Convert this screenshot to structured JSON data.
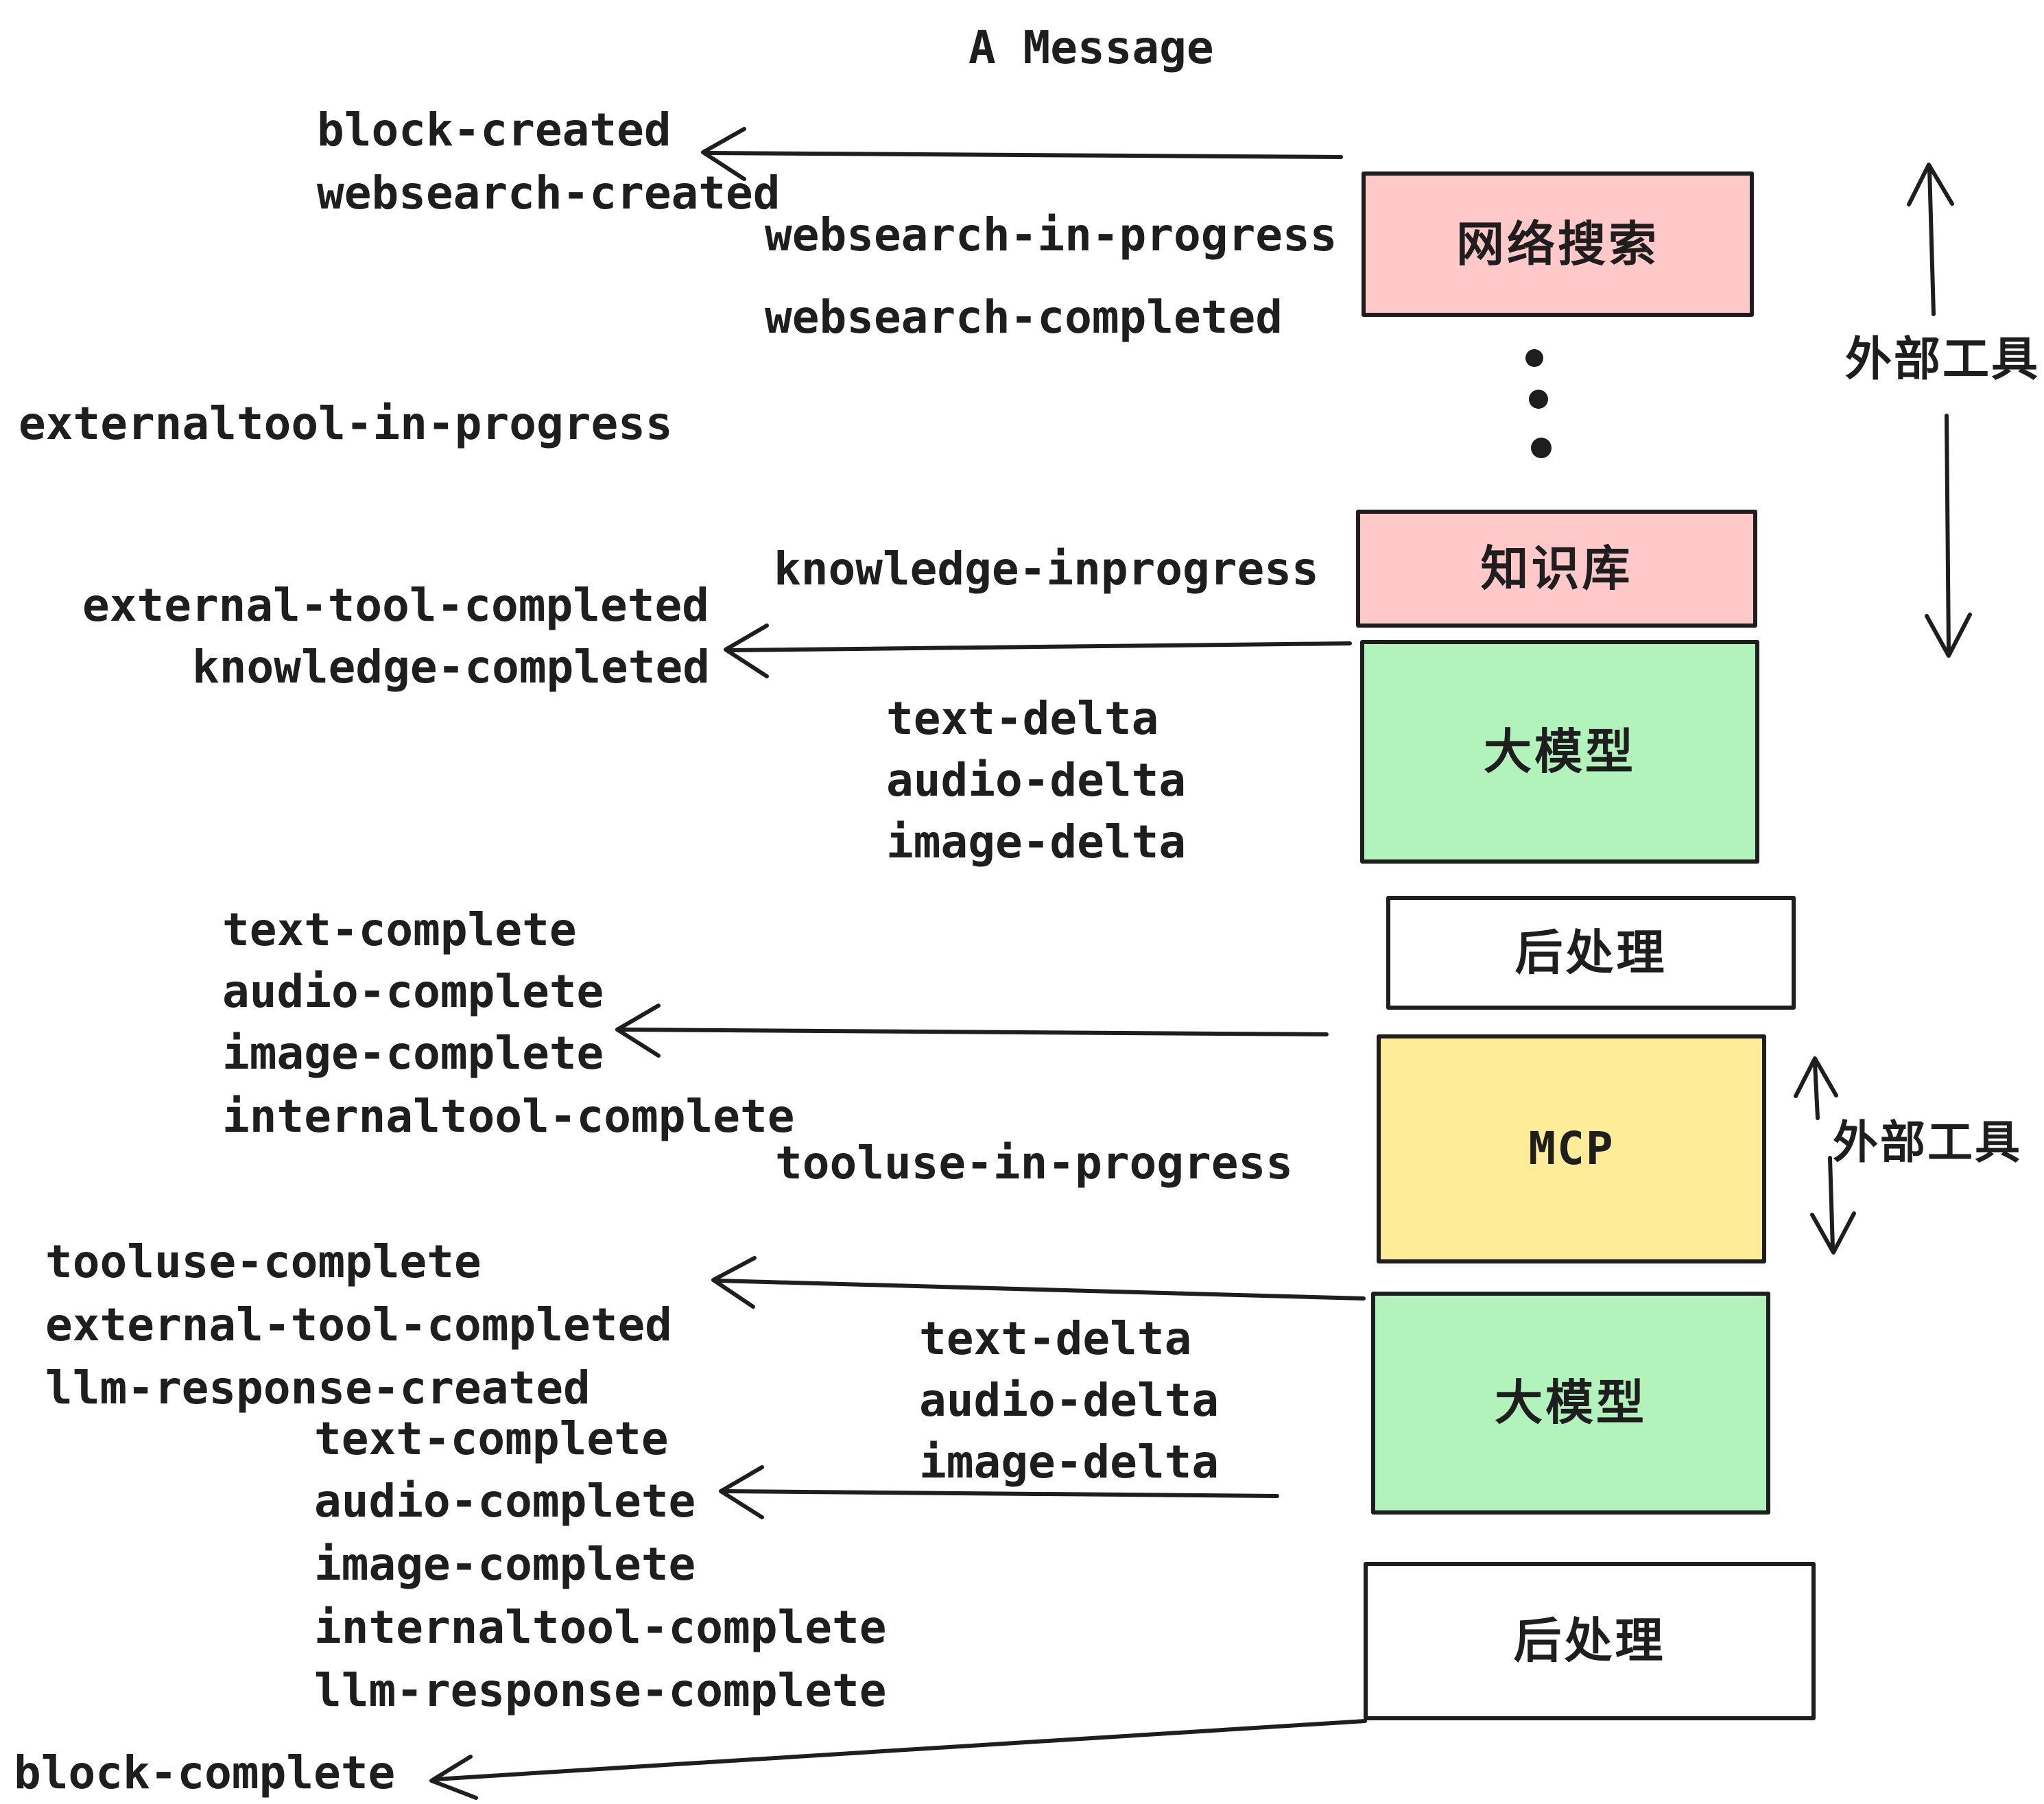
{
  "title": "A Message",
  "colors": {
    "pink": "#ffc9c9",
    "green": "#b2f2bb",
    "yellow": "#ffec99",
    "white": "#ffffff",
    "ink": "#1e1e1e",
    "bg": "#ffffff"
  },
  "boxes": [
    {
      "id": "websearch",
      "label": "网络搜索",
      "color": "pink"
    },
    {
      "id": "knowledge",
      "label": "知识库",
      "color": "pink"
    },
    {
      "id": "llm-1",
      "label": "大模型",
      "color": "green"
    },
    {
      "id": "postprocess-1",
      "label": "后处理",
      "color": "white"
    },
    {
      "id": "mcp",
      "label": "MCP",
      "color": "yellow"
    },
    {
      "id": "llm-2",
      "label": "大模型",
      "color": "green"
    },
    {
      "id": "postprocess-2",
      "label": "后处理",
      "color": "white"
    }
  ],
  "annotations": [
    {
      "id": "external-tools-top",
      "label": "外部工具"
    },
    {
      "id": "external-tools-mcp",
      "label": "外部工具"
    }
  ],
  "events": [
    {
      "id": "block-created",
      "label": "block-created"
    },
    {
      "id": "websearch-created",
      "label": "websearch-created"
    },
    {
      "id": "websearch-in-progress",
      "label": "websearch-in-progress"
    },
    {
      "id": "websearch-completed",
      "label": "websearch-completed"
    },
    {
      "id": "externaltool-in-progress",
      "label": "externaltool-in-progress"
    },
    {
      "id": "knowledge-inprogress",
      "label": "knowledge-inprogress"
    },
    {
      "id": "external-tool-completed",
      "label": "external-tool-completed"
    },
    {
      "id": "knowledge-completed",
      "label": "knowledge-completed"
    },
    {
      "id": "text-delta-1",
      "label": "text-delta"
    },
    {
      "id": "audio-delta-1",
      "label": "audio-delta"
    },
    {
      "id": "image-delta-1",
      "label": "image-delta"
    },
    {
      "id": "text-complete-1",
      "label": "text-complete"
    },
    {
      "id": "audio-complete-1",
      "label": "audio-complete"
    },
    {
      "id": "image-complete-1",
      "label": "image-complete"
    },
    {
      "id": "internaltool-complete-1",
      "label": "internaltool-complete"
    },
    {
      "id": "tooluse-in-progress",
      "label": "tooluse-in-progress"
    },
    {
      "id": "tooluse-complete",
      "label": "tooluse-complete"
    },
    {
      "id": "external-tool-completed-2",
      "label": "external-tool-completed"
    },
    {
      "id": "llm-response-created",
      "label": "llm-response-created"
    },
    {
      "id": "text-delta-2",
      "label": "text-delta"
    },
    {
      "id": "audio-delta-2",
      "label": "audio-delta"
    },
    {
      "id": "image-delta-2",
      "label": "image-delta"
    },
    {
      "id": "text-complete-2",
      "label": "text-complete"
    },
    {
      "id": "audio-complete-2",
      "label": "audio-complete"
    },
    {
      "id": "image-complete-2",
      "label": "image-complete"
    },
    {
      "id": "internaltool-complete-2",
      "label": "internaltool-complete"
    },
    {
      "id": "llm-response-complete",
      "label": "llm-response-complete"
    },
    {
      "id": "block-complete",
      "label": "block-complete"
    }
  ]
}
